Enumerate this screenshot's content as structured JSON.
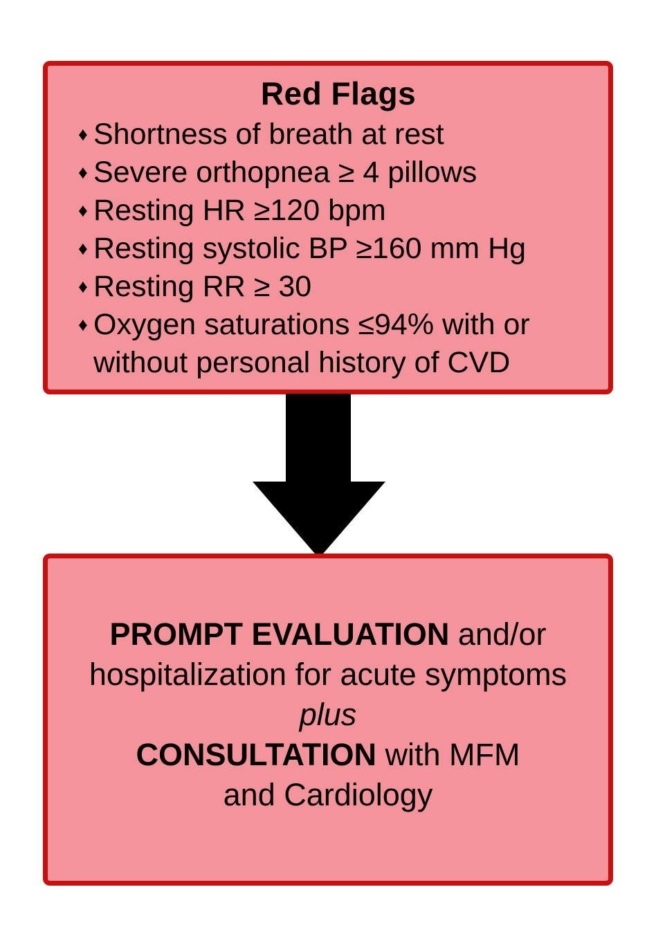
{
  "colors": {
    "box_border": "#c8100e",
    "box_fill": "#f2949a",
    "arrow": "#000000",
    "text": "#000000",
    "background": "#ffffff"
  },
  "top_box": {
    "title": "Red Flags",
    "bullet_glyph": "♦",
    "bullets": [
      "Shortness of breath at rest",
      "Severe orthopnea ≥ 4 pillows",
      "Resting HR ≥120 bpm",
      "Resting systolic BP ≥160 mm Hg",
      "Resting RR ≥ 30",
      "Oxygen saturations ≤94% with or without personal history of CVD"
    ]
  },
  "bottom_box": {
    "line1_bold": "PROMPT EVALUATION",
    "line1_rest": " and/or",
    "line2": "hospitalization for acute symptoms",
    "line3_italic": "plus",
    "line4_bold": "CONSULTATION",
    "line4_rest": " with MFM",
    "line5": "and Cardiology"
  }
}
